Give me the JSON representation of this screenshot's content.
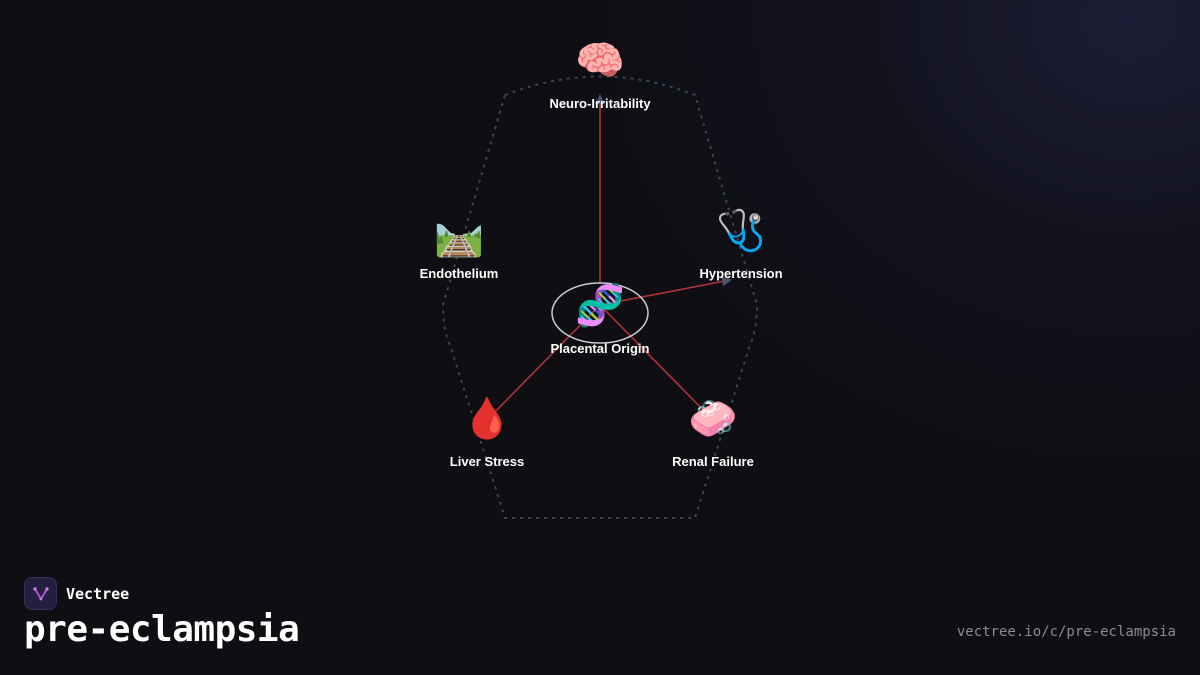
{
  "brand": {
    "name": "Vectree",
    "logo_icon": "vectree-logo-icon"
  },
  "title": "pre-eclampsia",
  "url": "vectree.io/c/pre-eclampsia",
  "colors": {
    "background": "#0e0e13",
    "edge": "#b0343a",
    "outline": "#3a4556",
    "center_ring": "#c9cbd6",
    "label": "#ffffff",
    "url": "#8b8b92",
    "logo_accent": "#b35ad6"
  },
  "diagram": {
    "center": {
      "id": "placental-origin",
      "label": "Placental Origin",
      "icon": "dna-icon",
      "glyph": "🧬"
    },
    "nodes": [
      {
        "id": "neuro-irritability",
        "label": "Neuro-Irritability",
        "icon": "brain-icon",
        "glyph": "🧠",
        "edge": true
      },
      {
        "id": "hypertension",
        "label": "Hypertension",
        "icon": "stethoscope-icon",
        "glyph": "🩺",
        "edge": true
      },
      {
        "id": "renal-failure",
        "label": "Renal Failure",
        "icon": "kidney-icon",
        "glyph": "🧼",
        "edge": true
      },
      {
        "id": "liver-stress",
        "label": "Liver Stress",
        "icon": "blood-drop-icon",
        "glyph": "🩸",
        "edge": true
      },
      {
        "id": "endothelium",
        "label": "Endothelium",
        "icon": "railway-icon",
        "glyph": "🛤️",
        "edge": false
      }
    ]
  }
}
